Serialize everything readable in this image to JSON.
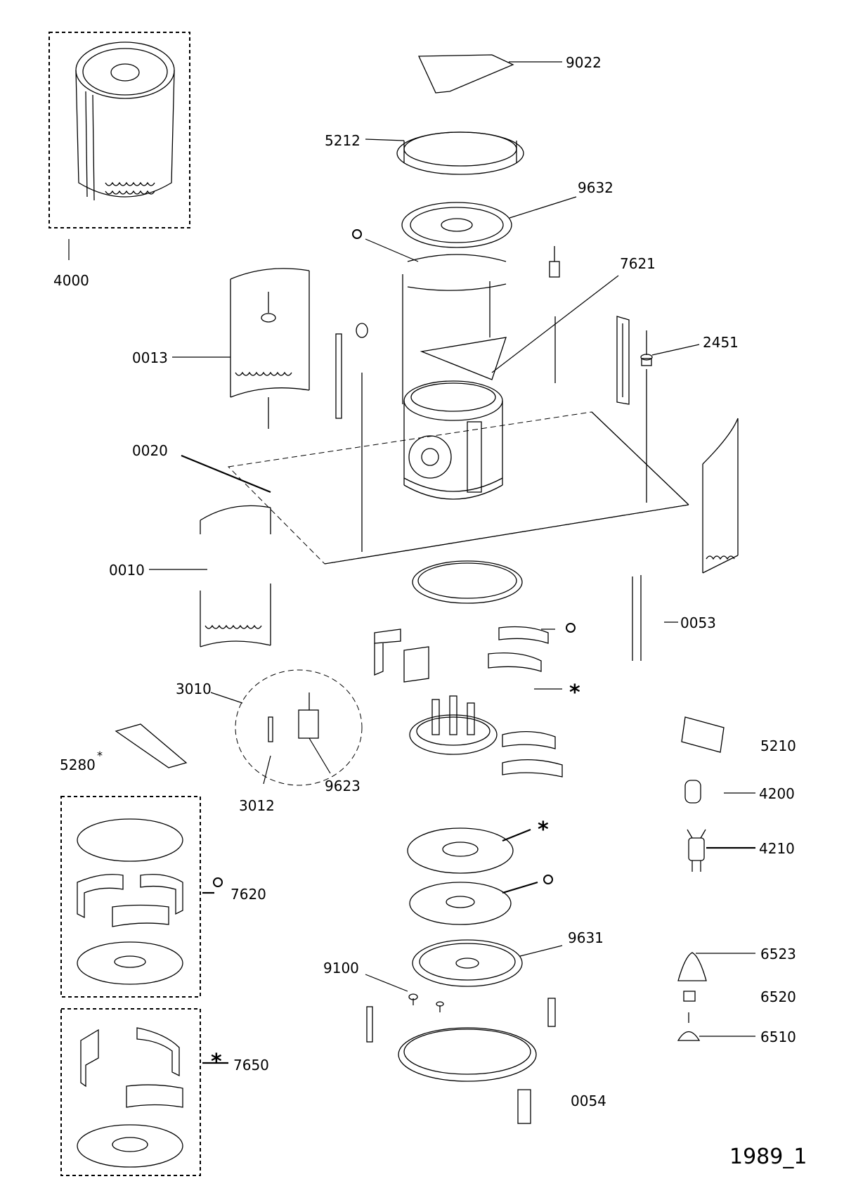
{
  "diagram": {
    "drawing_id": "1989_1",
    "part_numbers": {
      "p4000": "4000",
      "p9022": "9022",
      "p5212": "5212",
      "p9632": "9632",
      "p7621": "7621",
      "p2451": "2451",
      "p0013": "0013",
      "p0020": "0020",
      "p0010": "0010",
      "p0053": "0053",
      "p3010": "3010",
      "p3012": "3012",
      "p9623": "9623",
      "p5280": "5280",
      "p5210": "5210",
      "p4200": "4200",
      "p4210": "4210",
      "p7620": "7620",
      "p7650": "7650",
      "p9100": "9100",
      "p9631": "9631",
      "p6523": "6523",
      "p6520": "6520",
      "p6510": "6510",
      "p0054": "0054"
    },
    "markers": {
      "asterisk": "*",
      "circle": "o"
    }
  }
}
